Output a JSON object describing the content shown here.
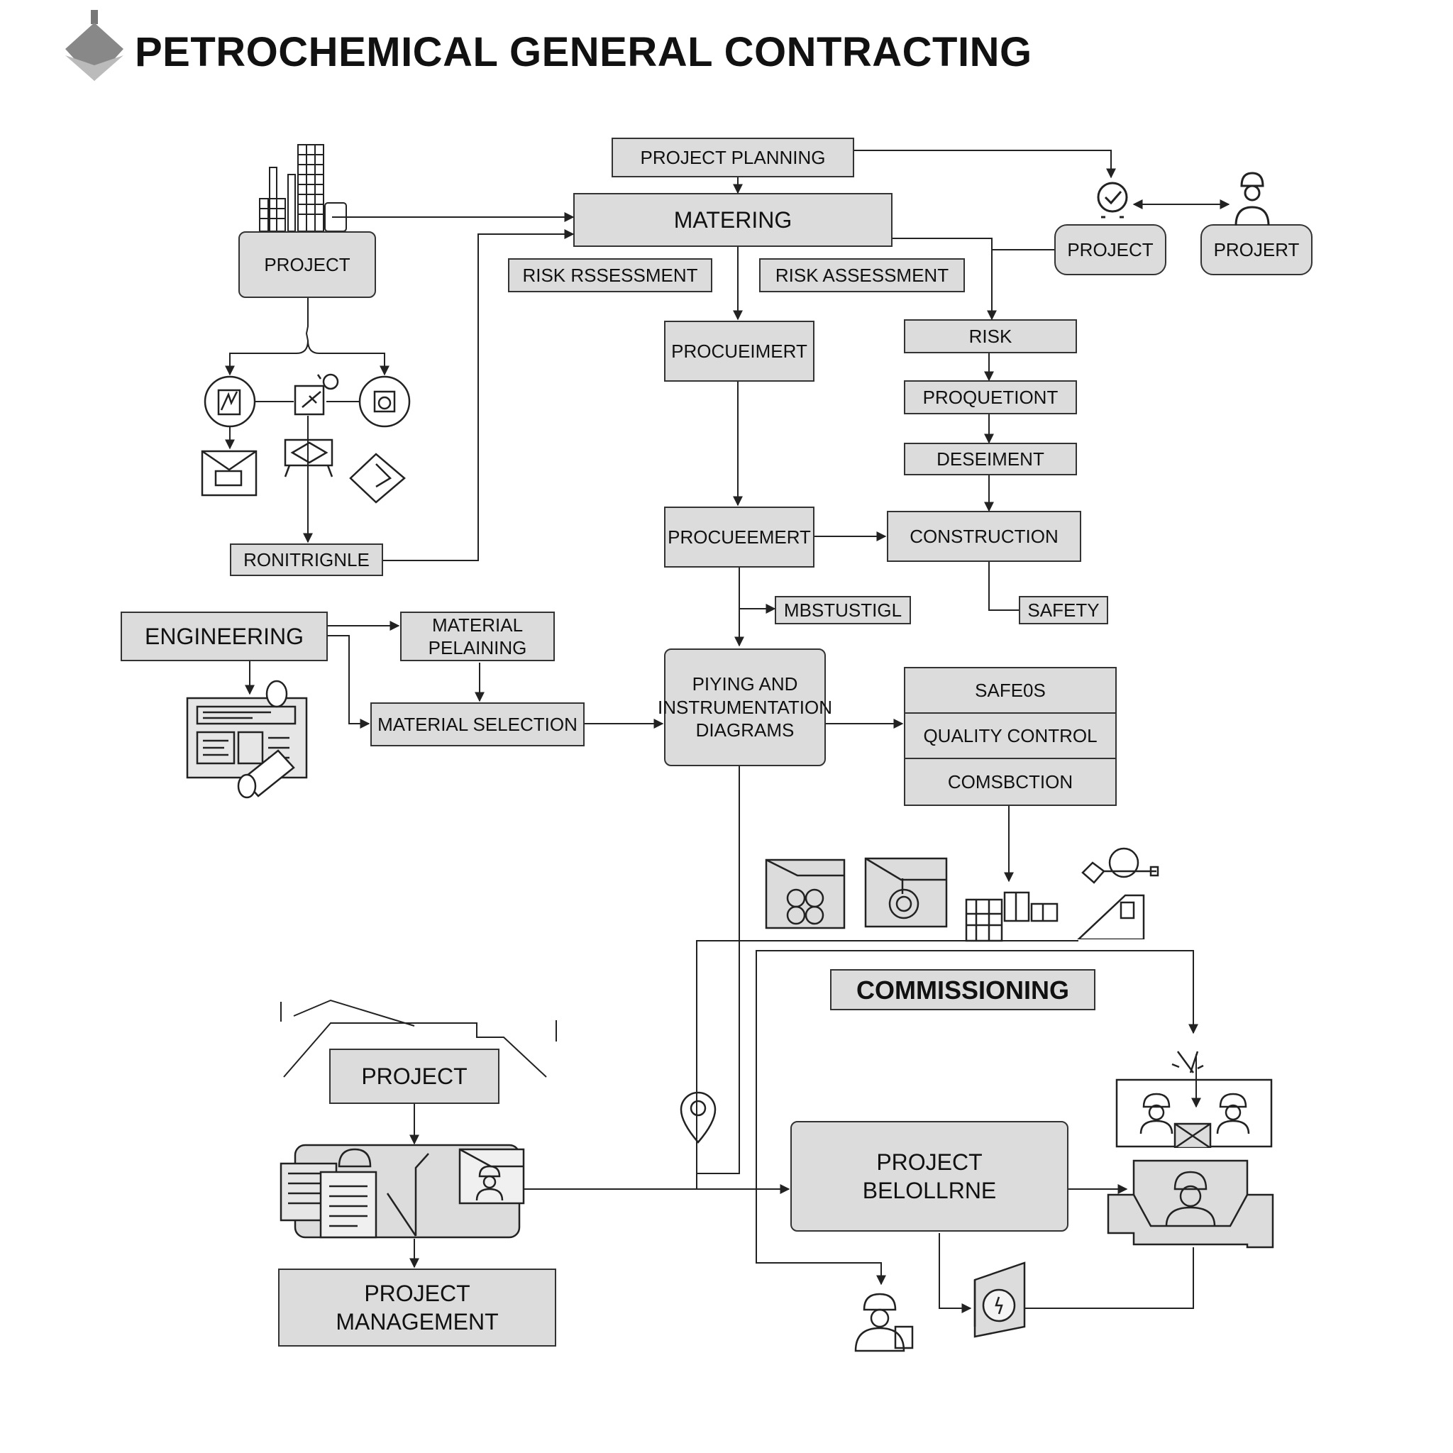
{
  "header": {
    "title": "PETROCHEMICAL GENERAL CONTRACTING",
    "logo_icon": "plant-logo-icon"
  },
  "nodes": {
    "project_planning": "PROJECT PLANNING",
    "matering": "MATERING",
    "project_top_left": "PROJECT",
    "project_top_right_a": "PROJECT",
    "project_top_right_b": "PROJERT",
    "risk_rssessment": "RISK RSSESSMENT",
    "risk_assessment": "RISK ASSESSMENT",
    "procueimert": "PROCUEIMERT",
    "risk": "RISK",
    "proquetiont": "PROQUETIONT",
    "deseiment": "DESEIMENT",
    "procuemert_2": "PROCUEEMERT",
    "construction": "CONSTRUCTION",
    "rontrignle": "RONITRIGNLE",
    "mbstustigl": "MBSTUSTIGL",
    "safety": "SAFETY",
    "engineering": "ENGINEERING",
    "material_pelaining": "MATERIAL PELAINING",
    "material_selection": "MATERIAL SELECTION",
    "piping_diagrams": "PIYING AND INSTRUMENTATION DIAGRAMS",
    "safeos": "SAFE0S",
    "quality_control": "QUALITY CONTROL",
    "comsection": "COMSBCTION",
    "commissioning": "COMMISSIONING",
    "project_bottom": "PROJECT",
    "project_belollrne": "PROJECT BELOLLRNE",
    "project_management": "PROJECT MANAGEMENT"
  },
  "colors": {
    "box_fill": "#dcdcdc",
    "line": "#333333",
    "icon": "#222222"
  }
}
